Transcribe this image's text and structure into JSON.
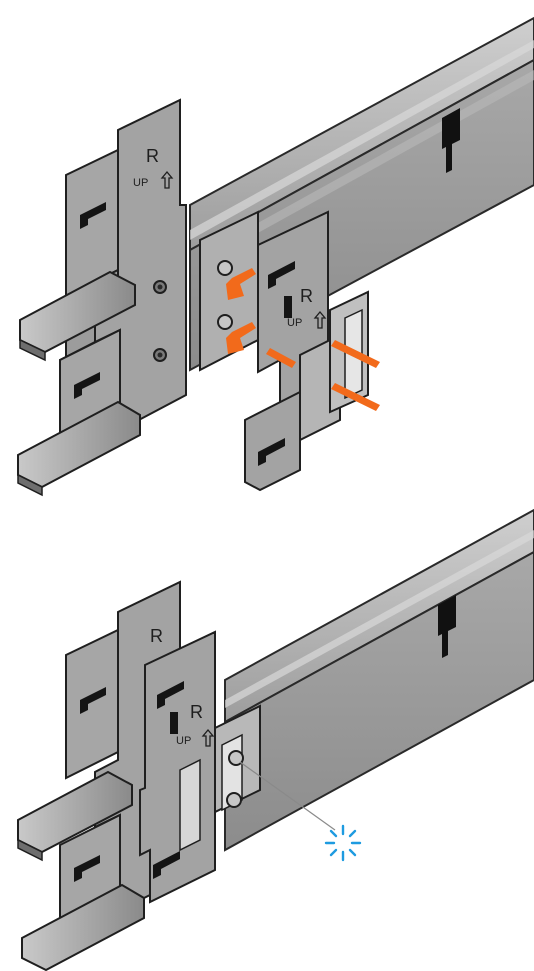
{
  "figure": {
    "panels": [
      {
        "id": "step-1",
        "description_visible": false
      },
      {
        "id": "step-2",
        "description_visible": false
      }
    ],
    "labels": {
      "side": "R",
      "up": "UP"
    },
    "colors": {
      "background": "#ffffff",
      "rail_light": "#b7b7b7",
      "rail_mid": "#9a9a9a",
      "rail_dark": "#6e6e6e",
      "bracket": "#a3a3a3",
      "bracket_shade": "#7f7f7f",
      "outline": "#1f1f1f",
      "slot": "#141414",
      "arrow": "#f26a1b",
      "click": "#1e9be0"
    },
    "icons": [
      "up-arrow-icon",
      "orange-arrow-icon",
      "click-burst-icon"
    ]
  }
}
